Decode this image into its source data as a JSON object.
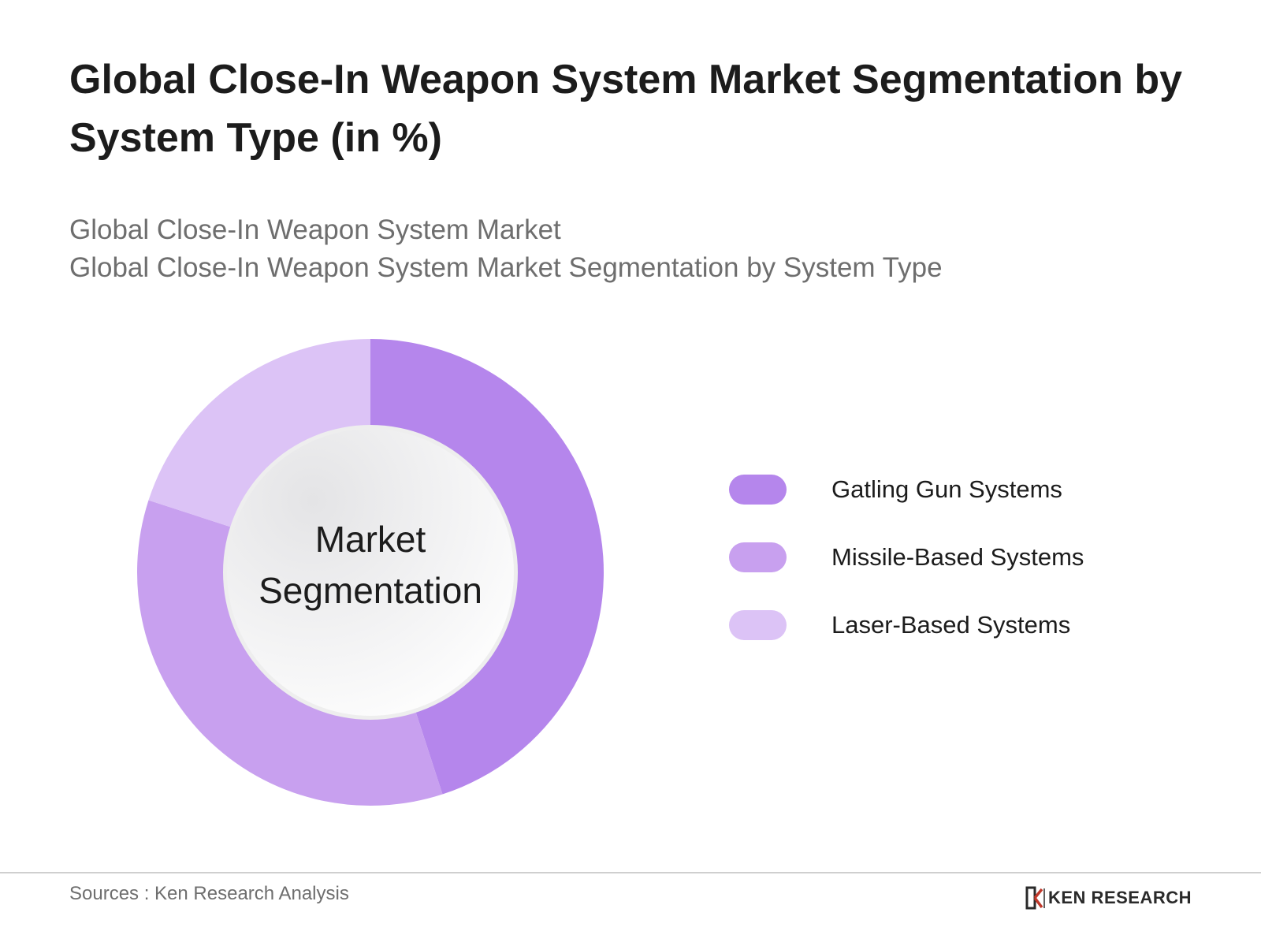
{
  "header": {
    "title": "Global Close-In Weapon System Market Segmentation by System Type (in %)",
    "subtitle_line1": "Global Close-In Weapon System Market",
    "subtitle_line2": "Global Close-In Weapon System Market Segmentation by System Type"
  },
  "chart_data": {
    "type": "pie",
    "variant": "donut",
    "center_label_line1": "Market",
    "center_label_line2": "Segmentation",
    "categories": [
      "Gatling Gun Systems",
      "Missile-Based Systems",
      "Laser-Based Systems"
    ],
    "values": [
      45,
      35,
      20
    ],
    "colors": [
      "#b586ec",
      "#c8a0ef",
      "#dcc3f6"
    ],
    "legend_position": "right"
  },
  "footer": {
    "source": "Sources : Ken Research Analysis",
    "brand": "KEN RESEARCH",
    "brand_icon": "ken-research-logo-icon"
  }
}
